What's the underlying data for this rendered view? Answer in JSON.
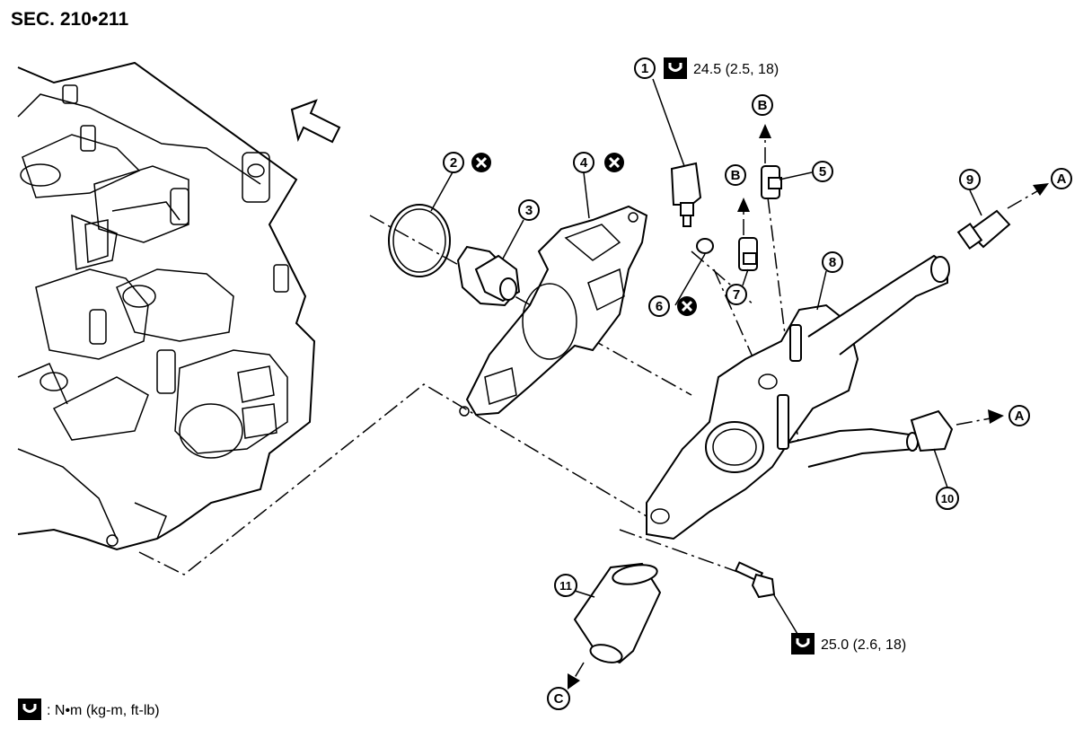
{
  "section_title": "SEC. 210•211",
  "torque": {
    "item1": "24.5 (2.5, 18)",
    "bolt": "25.0 (2.6, 18)"
  },
  "legend": {
    "torque_units": ": N•m (kg-m, ft-lb)"
  },
  "callouts": {
    "c1": "1",
    "c2": "2",
    "c3": "3",
    "c4": "4",
    "c5": "5",
    "c6": "6",
    "c7": "7",
    "c8": "8",
    "c9": "9",
    "c10": "10",
    "c11": "11"
  },
  "refs": {
    "a": "A",
    "b": "B",
    "c": "C"
  },
  "icons": {
    "torque": "torque-wrench-icon",
    "no_reuse": "do-not-reuse-icon",
    "front": "front-direction-arrow-icon"
  }
}
